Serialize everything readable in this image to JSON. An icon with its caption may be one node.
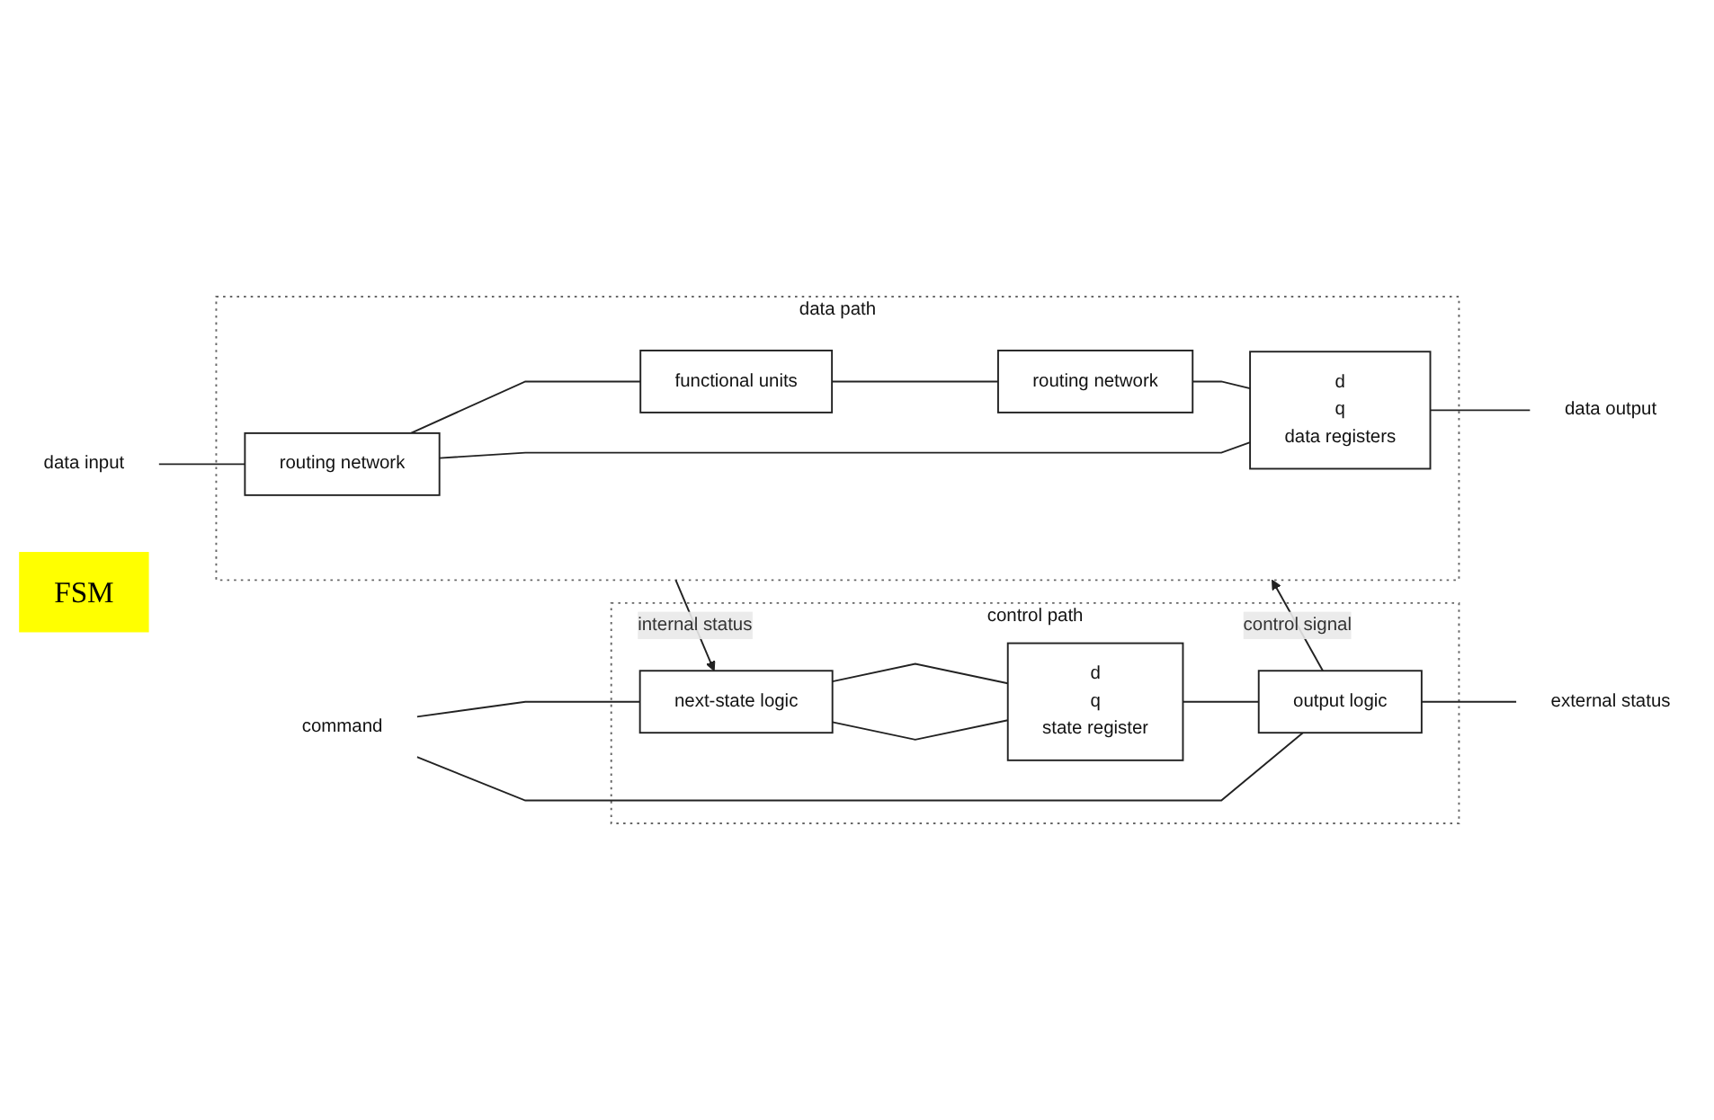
{
  "diagram": {
    "nodes": [
      {
        "text": [
          "data path"
        ]
      },
      {
        "text": [
          "routing network"
        ],
        "in": 0
      },
      {
        "text": [
          "functional units"
        ],
        "in": 0
      },
      {
        "text": [
          "routing network"
        ],
        "in": 0
      },
      {
        "text": [
          "d",
          "q",
          "data registers"
        ],
        "in": 0
      },
      {
        "text": [
          "control path"
        ]
      },
      {
        "text": [
          "next-state logic"
        ],
        "in": 5
      },
      {
        "text": [
          "d",
          "q",
          "state register"
        ],
        "in": 5
      },
      {
        "text": [
          "output logic"
        ],
        "in": 5
      },
      {
        "text": [
          "data input"
        ]
      },
      {
        "text": [
          "data output"
        ]
      },
      {
        "text": [
          "command"
        ]
      },
      {
        "text": [
          "external status"
        ]
      },
      {
        "text": [
          "FSM"
        ]
      }
    ],
    "edges": [
      {
        "from": 9,
        "to": 1,
        "arrow": "none"
      },
      {
        "from": 1,
        "to": 2,
        "arrow": "none"
      },
      {
        "from": 2,
        "to": 3,
        "arrow": "none"
      },
      {
        "from": 3,
        "to": 4,
        "arrow": "none"
      },
      {
        "from": 4,
        "to": 10,
        "arrow": "none"
      },
      {
        "from": 4,
        "to": 1,
        "arrow": "none"
      },
      {
        "from": 0,
        "to": 6,
        "arrow": "to",
        "label": "internal status"
      },
      {
        "from": 8,
        "to": 0,
        "arrow": "to",
        "label": "control signal"
      },
      {
        "from": 6,
        "to": 7,
        "arrow": "none"
      },
      {
        "from": 7,
        "to": 8,
        "arrow": "none"
      },
      {
        "from": 7,
        "to": 6,
        "arrow": "none"
      },
      {
        "from": 11,
        "to": 6,
        "arrow": "none"
      },
      {
        "from": 11,
        "to": 8,
        "arrow": "none"
      },
      {
        "from": 8,
        "to": 12,
        "arrow": "none"
      }
    ]
  }
}
